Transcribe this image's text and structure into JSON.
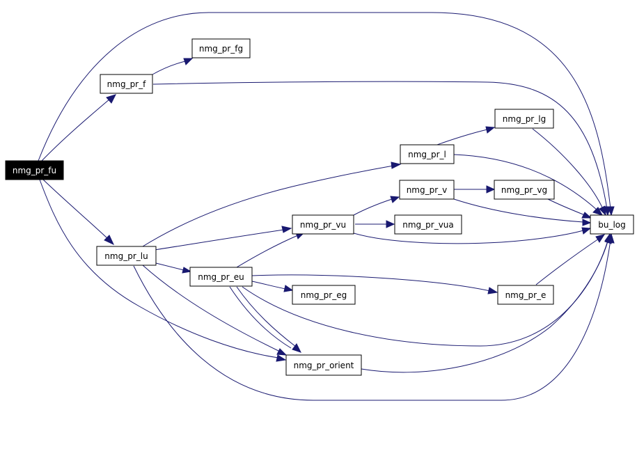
{
  "graph": {
    "root": "nmg_pr_fu",
    "nodes": [
      {
        "id": "fu",
        "label": "nmg_pr_fu"
      },
      {
        "id": "fg",
        "label": "nmg_pr_fg"
      },
      {
        "id": "f",
        "label": "nmg_pr_f"
      },
      {
        "id": "lg",
        "label": "nmg_pr_lg"
      },
      {
        "id": "l",
        "label": "nmg_pr_l"
      },
      {
        "id": "v",
        "label": "nmg_pr_v"
      },
      {
        "id": "vg",
        "label": "nmg_pr_vg"
      },
      {
        "id": "vu",
        "label": "nmg_pr_vu"
      },
      {
        "id": "vua",
        "label": "nmg_pr_vua"
      },
      {
        "id": "bulog",
        "label": "bu_log"
      },
      {
        "id": "lu",
        "label": "nmg_pr_lu"
      },
      {
        "id": "eu",
        "label": "nmg_pr_eu"
      },
      {
        "id": "eg",
        "label": "nmg_pr_eg"
      },
      {
        "id": "e",
        "label": "nmg_pr_e"
      },
      {
        "id": "orient",
        "label": "nmg_pr_orient"
      }
    ],
    "edges": [
      {
        "from": "fu",
        "to": "f"
      },
      {
        "from": "fu",
        "to": "bulog"
      },
      {
        "from": "fu",
        "to": "lu"
      },
      {
        "from": "fu",
        "to": "orient"
      },
      {
        "from": "f",
        "to": "fg"
      },
      {
        "from": "f",
        "to": "bulog"
      },
      {
        "from": "lu",
        "to": "l"
      },
      {
        "from": "lu",
        "to": "vu"
      },
      {
        "from": "lu",
        "to": "eu"
      },
      {
        "from": "lu",
        "to": "orient"
      },
      {
        "from": "lu",
        "to": "bulog"
      },
      {
        "from": "l",
        "to": "lg"
      },
      {
        "from": "l",
        "to": "bulog"
      },
      {
        "from": "lg",
        "to": "bulog"
      },
      {
        "from": "vu",
        "to": "v"
      },
      {
        "from": "vu",
        "to": "vua"
      },
      {
        "from": "vu",
        "to": "bulog"
      },
      {
        "from": "v",
        "to": "vg"
      },
      {
        "from": "v",
        "to": "bulog"
      },
      {
        "from": "vg",
        "to": "bulog"
      },
      {
        "from": "eu",
        "to": "vu"
      },
      {
        "from": "eu",
        "to": "eg"
      },
      {
        "from": "eu",
        "to": "e"
      },
      {
        "from": "eu",
        "to": "orient"
      },
      {
        "from": "eu",
        "to": "bulog"
      },
      {
        "from": "e",
        "to": "bulog"
      },
      {
        "from": "orient",
        "to": "bulog"
      }
    ]
  },
  "colors": {
    "edge": "#191970",
    "node_border": "#000000",
    "node_fill": "#ffffff",
    "root_fill": "#000000",
    "root_text": "#ffffff"
  }
}
